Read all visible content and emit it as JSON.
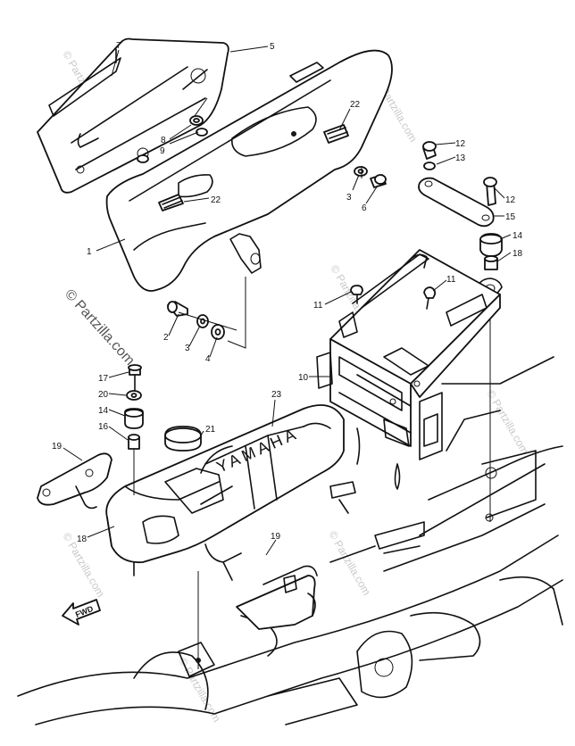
{
  "callouts": {
    "c1": "1",
    "c2": "2",
    "c3a": "3",
    "c3b": "3",
    "c4": "4",
    "c5": "5",
    "c6": "6",
    "c7": "7",
    "c8": "8",
    "c9": "9",
    "c10": "10",
    "c11a": "11",
    "c11b": "11",
    "c12a": "12",
    "c12b": "12",
    "c13": "13",
    "c14a": "14",
    "c14b": "14",
    "c15": "15",
    "c16": "16",
    "c17": "17",
    "c18a": "18",
    "c18b": "18",
    "c19a": "19",
    "c19b": "19",
    "c20": "20",
    "c21": "21",
    "c22a": "22",
    "c22b": "22",
    "c23": "23"
  },
  "watermarks": {
    "main": "© Partzilla.com",
    "w1": "© Partzilla.com",
    "w2": "© Partzilla.com",
    "w3": "© Partzilla.com",
    "w4": "© Partzilla.com",
    "w5": "© Partzilla.com",
    "w6": "© Partzilla.com",
    "w7": "© Partzilla.com"
  },
  "labels": {
    "fwd": "FWD",
    "battery_brand": "YAMAHA"
  }
}
